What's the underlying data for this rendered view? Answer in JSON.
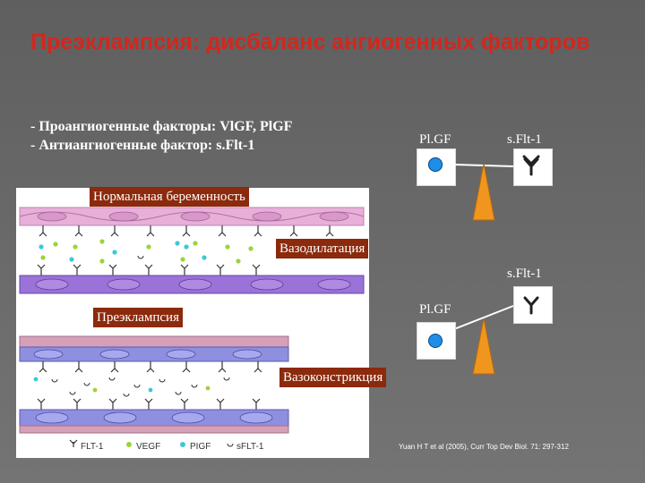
{
  "title": "Преэклампсия: дисбаланс ангиогенных факторов",
  "factors": {
    "pro": "- Проангиогенные факторы: VlGF, PlGF",
    "anti": "- Антиангиогенные фактор: s.Flt-1"
  },
  "tags": {
    "normal": "Нормальная беременность",
    "vasodilation": "Вазодилатация",
    "preeclampsia": "Преэклампсия",
    "vasoconstriction": "Вазоконстрикция"
  },
  "balance_top": {
    "left_label": "Pl.GF",
    "right_label": "s.Flt-1"
  },
  "balance_bottom": {
    "left_label": "Pl.GF",
    "right_label": "s.Flt-1"
  },
  "legend": {
    "flt1": "FLT-1",
    "vegf": "VEGF",
    "pigf": "PIGF",
    "sflt1": "sFLT-1"
  },
  "citation": "Yuan H T et al (2005), Curr Top Dev Biol. 71: 297-312",
  "colors": {
    "title": "#d0281e",
    "tag_bg": "#8b2a0c",
    "fulcrum": "#f0961e",
    "plgf_dot": "#1e8ee8",
    "vegf_dot": "#9bd43a",
    "pigf_dot": "#3cc8d8",
    "cell_pink": "#e8b0d8",
    "cell_purple": "#9a72d8",
    "cell_blue": "#8f8fe0"
  },
  "icons": {
    "receptor": "y-receptor-icon",
    "sflt1_soluble": "c-shape-icon",
    "plgf_ball": "blue-circle-icon"
  }
}
